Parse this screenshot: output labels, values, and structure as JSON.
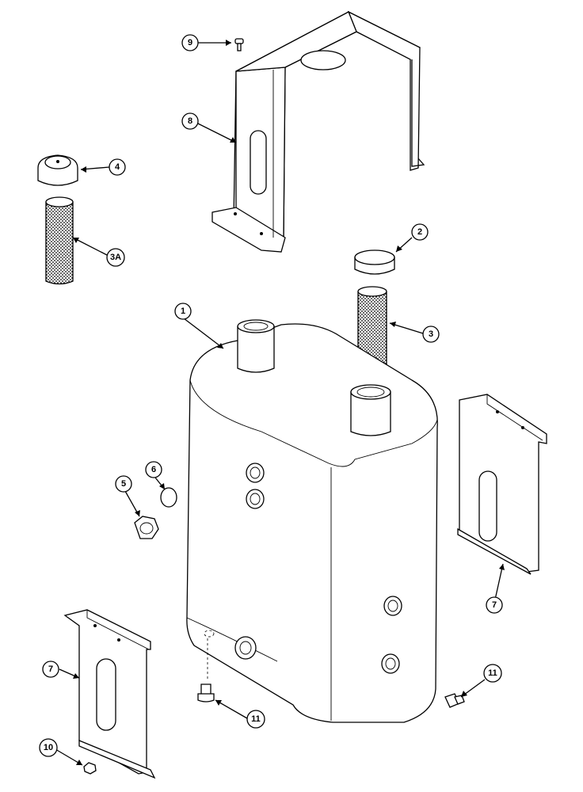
{
  "diagram": {
    "callouts": [
      {
        "key": "c1",
        "label": "1"
      },
      {
        "key": "c2",
        "label": "2"
      },
      {
        "key": "c3",
        "label": "3"
      },
      {
        "key": "c3a",
        "label": "3A"
      },
      {
        "key": "c4",
        "label": "4"
      },
      {
        "key": "c5",
        "label": "5"
      },
      {
        "key": "c6",
        "label": "6"
      },
      {
        "key": "c7a",
        "label": "7"
      },
      {
        "key": "c7b",
        "label": "7"
      },
      {
        "key": "c8",
        "label": "8"
      },
      {
        "key": "c9",
        "label": "9"
      },
      {
        "key": "c10",
        "label": "10"
      },
      {
        "key": "c11a",
        "label": "11"
      },
      {
        "key": "c11b",
        "label": "11"
      }
    ],
    "parts": [
      "tank",
      "strainer-3",
      "strainer-3a",
      "cap-2",
      "cap-4",
      "plug-5",
      "washer-6",
      "bracket-7-right",
      "bracket-7-left",
      "bracket-8",
      "screw-9",
      "nut-10",
      "plug-11-bottom",
      "plug-11-right"
    ]
  }
}
